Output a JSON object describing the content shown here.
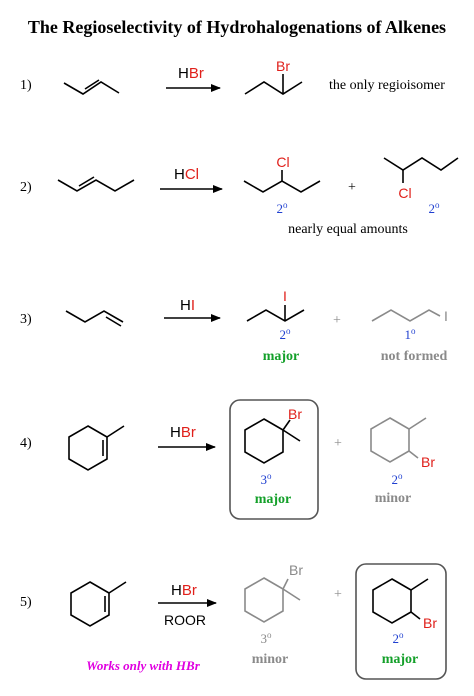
{
  "title": "The Regioselectivity of Hydrohalogenations of Alkenes",
  "colors": {
    "black": "#000000",
    "red": "#e0201b",
    "blue": "#1f3fd0",
    "green": "#14a02a",
    "gray": "#8a8a8a",
    "magenta": "#e000e0"
  },
  "r1": {
    "number": "1)",
    "reagent_h": "H",
    "reagent_x": "Br",
    "br": "Br",
    "note": "the only regioisomer"
  },
  "r2": {
    "number": "2)",
    "reagent_h": "H",
    "reagent_x": "Cl",
    "cl_a": "Cl",
    "cl_b": "Cl",
    "deg_a": "2",
    "deg_b": "2",
    "deg_sup": "o",
    "plus": "+",
    "note": "nearly equal amounts"
  },
  "r3": {
    "number": "3)",
    "reagent_h": "H",
    "reagent_x": "I",
    "i_a": "I",
    "i_b": "I",
    "deg_a": "2",
    "deg_b": "1",
    "deg_sup": "o",
    "plus": "+",
    "major": "major",
    "not_formed": "not formed"
  },
  "r4": {
    "number": "4)",
    "reagent_h": "H",
    "reagent_x": "Br",
    "br_a": "Br",
    "br_b": "Br",
    "deg_a": "3",
    "deg_b": "2",
    "deg_sup": "o",
    "plus": "+",
    "major": "major",
    "minor": "minor"
  },
  "r5": {
    "number": "5)",
    "reagent_h": "H",
    "reagent_x": "Br",
    "reagent_2": "ROOR",
    "br_a": "Br",
    "br_b": "Br",
    "deg_a": "3",
    "deg_b": "2",
    "deg_sup": "o",
    "plus": "+",
    "minor": "minor",
    "major": "major",
    "note": "Works only with HBr"
  }
}
